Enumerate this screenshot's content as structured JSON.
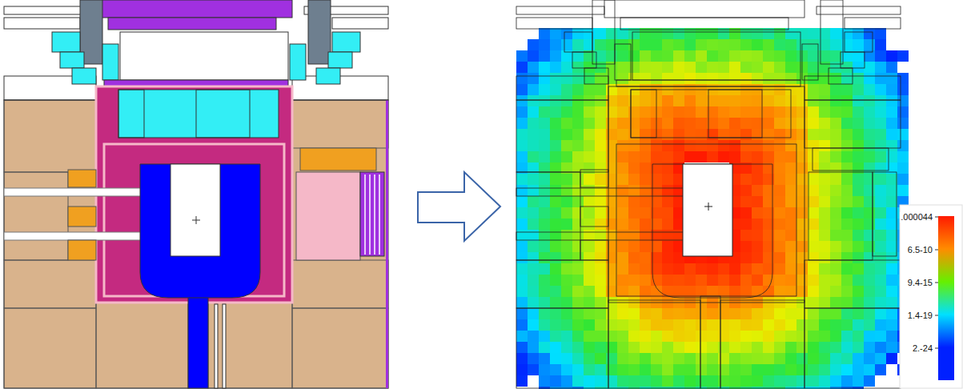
{
  "diagram": {
    "legend": [
      {
        "text": ".000044",
        "color": "#ff1a00"
      },
      {
        "text": "6.5-10",
        "color": "#ff8c00"
      },
      {
        "text": "9.4-15",
        "color": "#66f000"
      },
      {
        "text": "1.4-19",
        "color": "#00e0ff"
      },
      {
        "text": "2.-24",
        "color": "#0020ff"
      }
    ]
  }
}
